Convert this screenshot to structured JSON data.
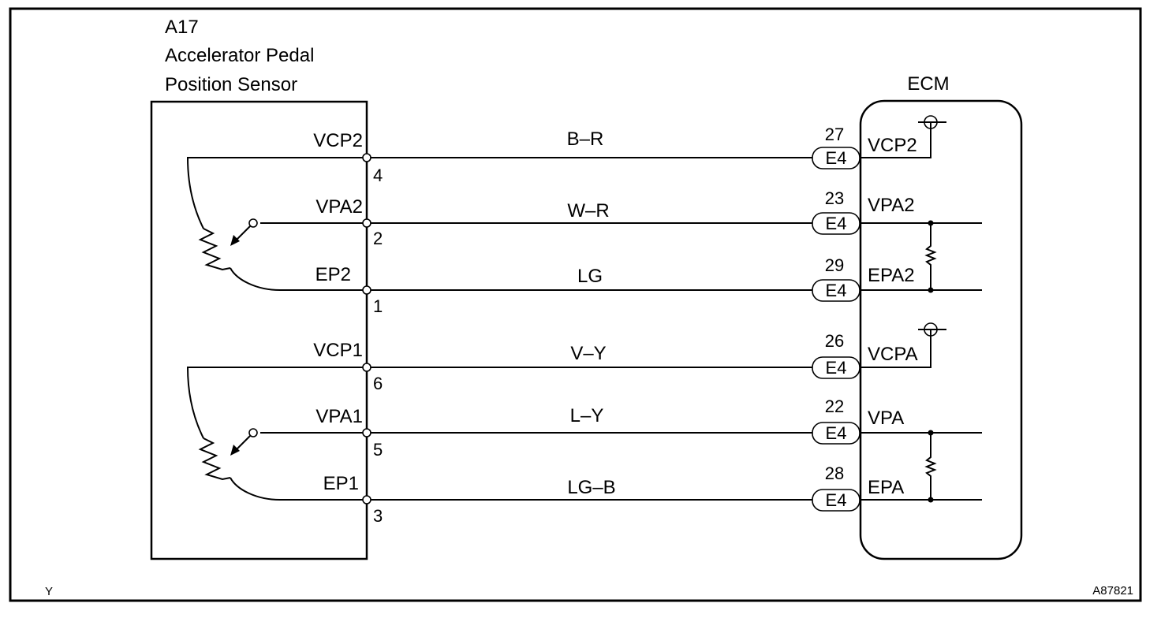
{
  "sensor": {
    "code": "A17",
    "name_line1": "Accelerator Pedal",
    "name_line2": "Position Sensor"
  },
  "ecm": {
    "title": "ECM"
  },
  "circuits": [
    {
      "sensor_terminal": "VCP2",
      "sensor_pin": "4",
      "wire_color": "B–R",
      "connector": "E4",
      "ecm_pin": "27",
      "ecm_terminal": "VCP2"
    },
    {
      "sensor_terminal": "VPA2",
      "sensor_pin": "2",
      "wire_color": "W–R",
      "connector": "E4",
      "ecm_pin": "23",
      "ecm_terminal": "VPA2"
    },
    {
      "sensor_terminal": "EP2",
      "sensor_pin": "1",
      "wire_color": "LG",
      "connector": "E4",
      "ecm_pin": "29",
      "ecm_terminal": "EPA2"
    },
    {
      "sensor_terminal": "VCP1",
      "sensor_pin": "6",
      "wire_color": "V–Y",
      "connector": "E4",
      "ecm_pin": "26",
      "ecm_terminal": "VCPA"
    },
    {
      "sensor_terminal": "VPA1",
      "sensor_pin": "5",
      "wire_color": "L–Y",
      "connector": "E4",
      "ecm_pin": "22",
      "ecm_terminal": "VPA"
    },
    {
      "sensor_terminal": "EP1",
      "sensor_pin": "3",
      "wire_color": "LG–B",
      "connector": "E4",
      "ecm_pin": "28",
      "ecm_terminal": "EPA"
    }
  ],
  "footer": {
    "left_mark": "Y",
    "figure_id": "A87821"
  }
}
